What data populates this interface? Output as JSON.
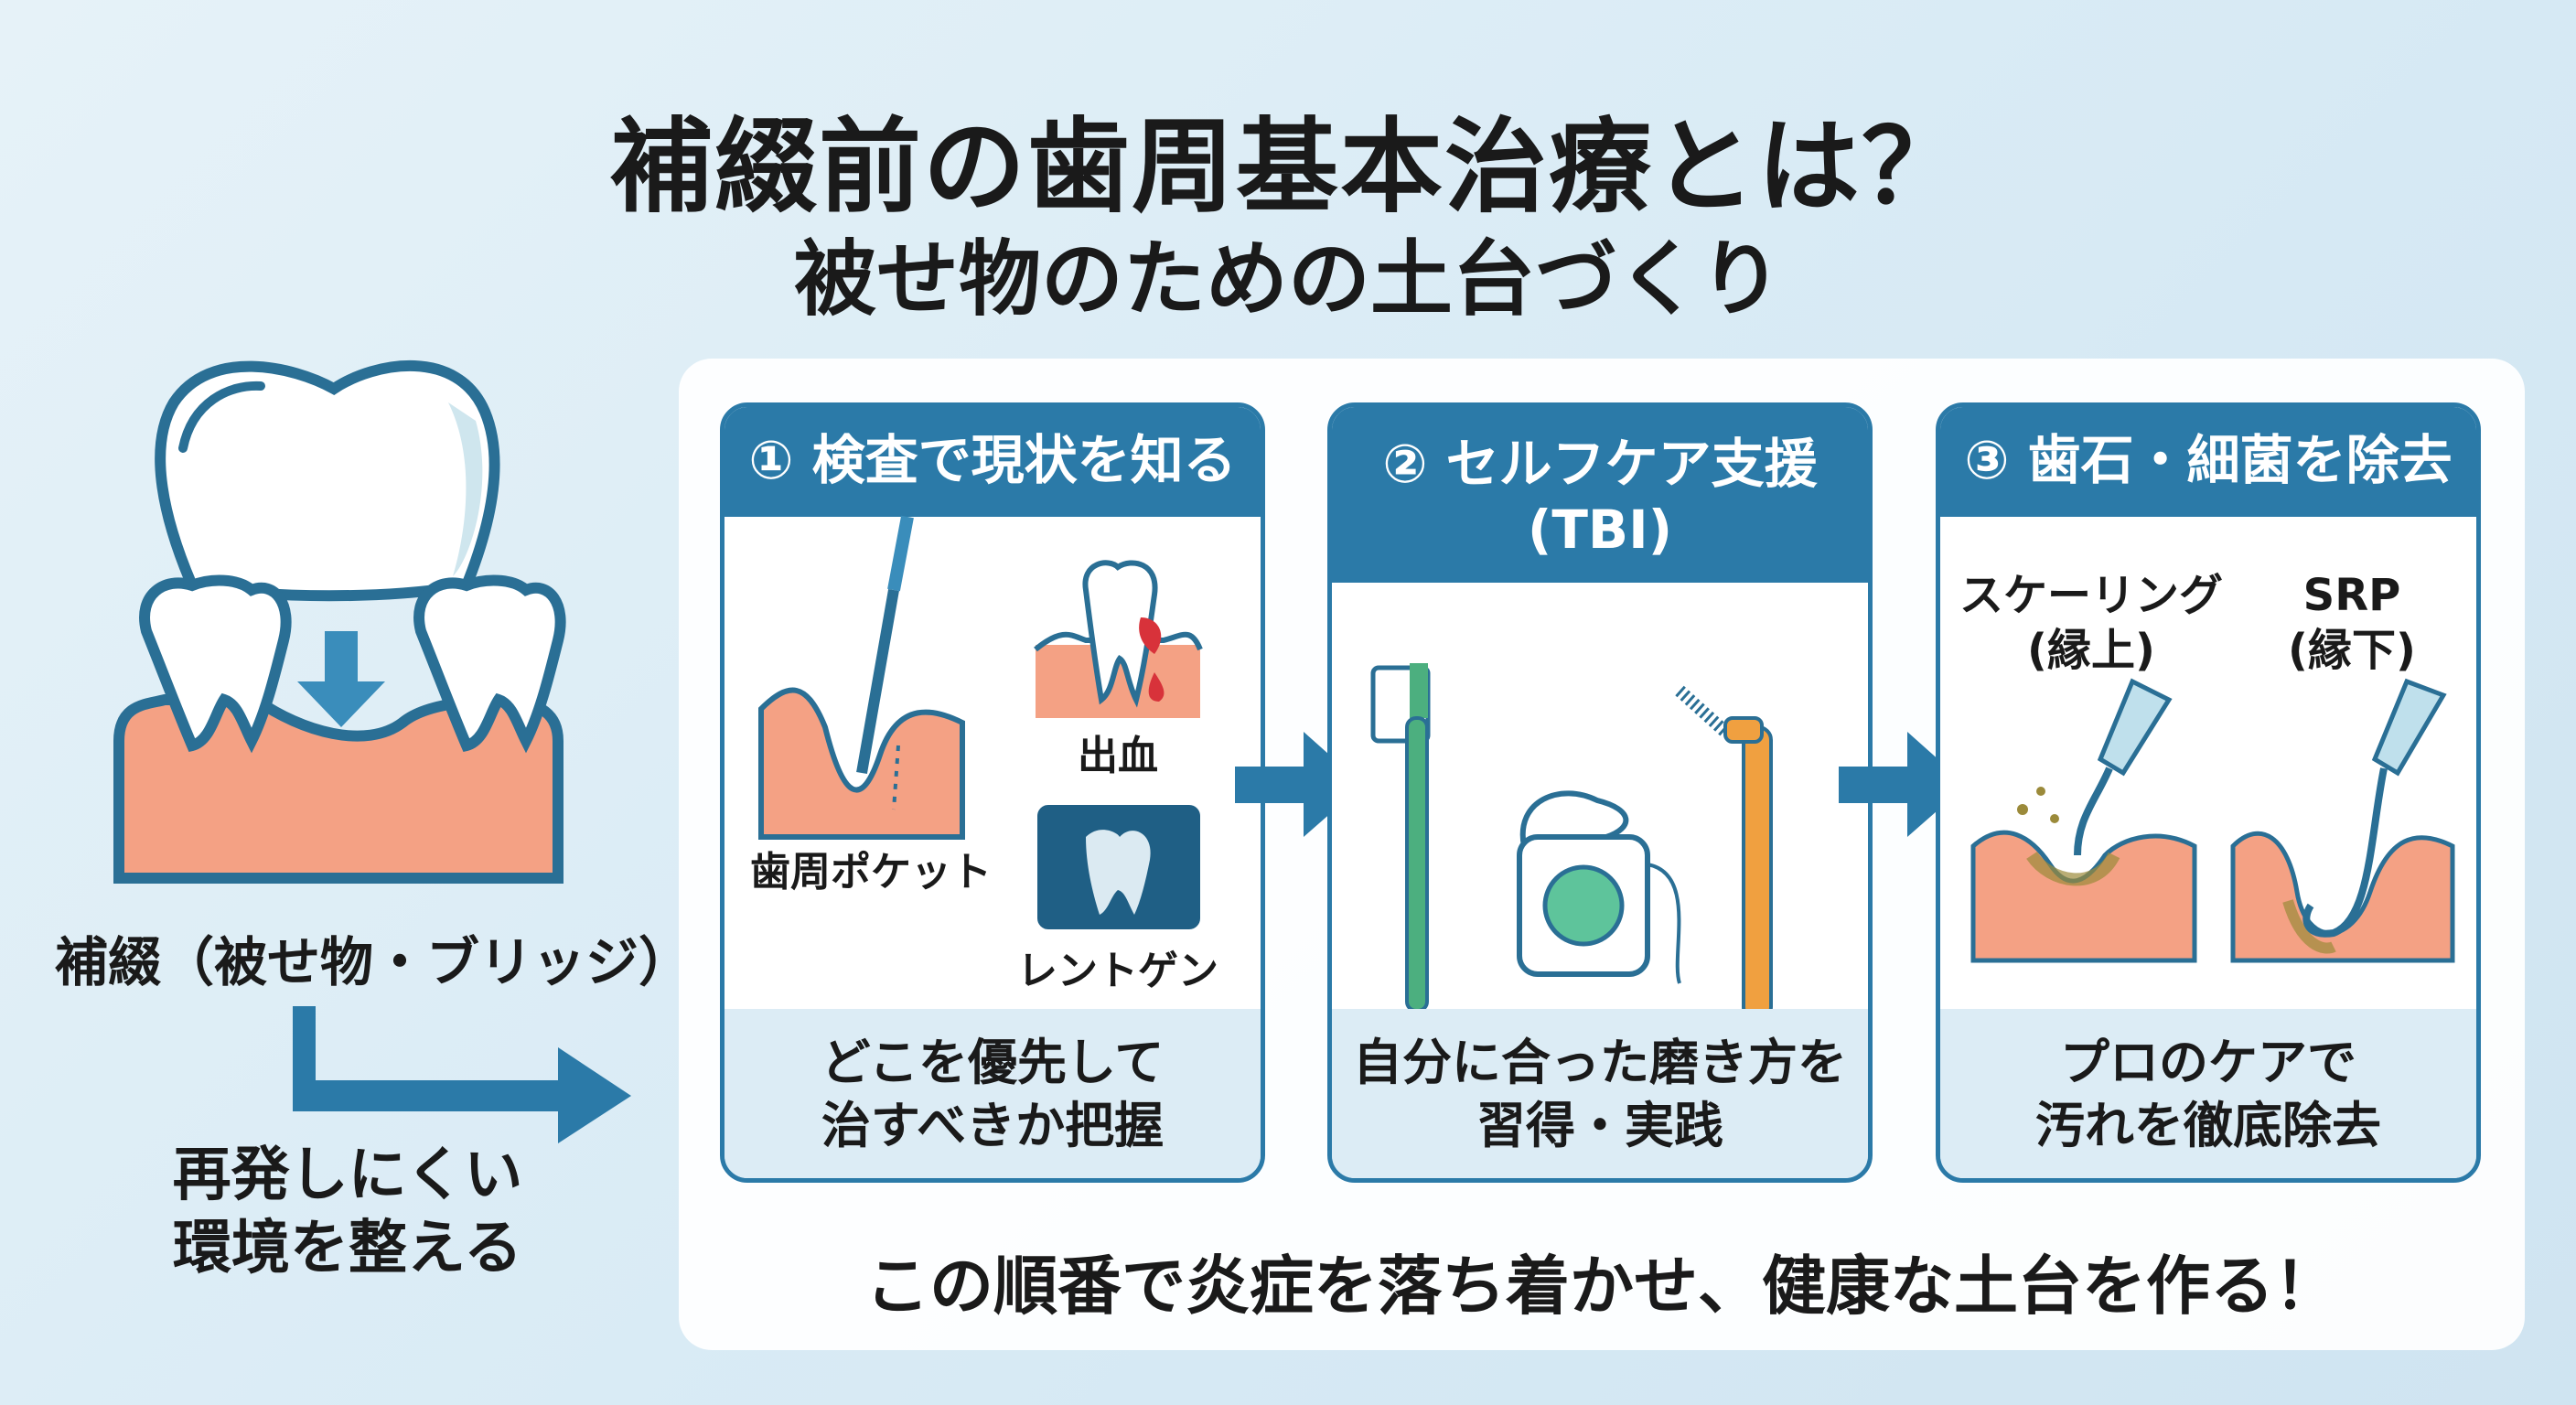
{
  "title": {
    "line1": "補綴前の歯周基本治療とは？",
    "line2": "被せ物のための土台づくり"
  },
  "left": {
    "restoration_label": "補綴（被せ物・ブリッジ）",
    "goal_line1": "再発しにくい",
    "goal_line2": "環境を整える"
  },
  "steps": [
    {
      "header": "① 検査で現状を知る",
      "labels": {
        "pocket": "歯周ポケット",
        "bleeding": "出血",
        "xray": "レントゲン"
      },
      "footer_line1": "どこを優先して",
      "footer_line2": "治すべきか把握"
    },
    {
      "header_line1": "② セルフケア支援",
      "header_line2": "(TBI)",
      "footer_line1": "自分に合った磨き方を",
      "footer_line2": "習得・実践"
    },
    {
      "header": "③ 歯石・細菌を除去",
      "labels": {
        "scaling_line1": "スケーリング",
        "scaling_line2": "(縁上)",
        "srp_line1": "SRP",
        "srp_line2": "(縁下)"
      },
      "footer_line1": "プロのケアで",
      "footer_line2": "汚れを徹底除去"
    }
  ],
  "summary": "この順番で炎症を落ち着かせ、健康な土台を作る！",
  "colors": {
    "primary": "#2b7aa8",
    "gum": "#f4a184",
    "footer_bg": "#dcecf5",
    "brush": "#4caf7f",
    "interdental": "#f0a040"
  }
}
